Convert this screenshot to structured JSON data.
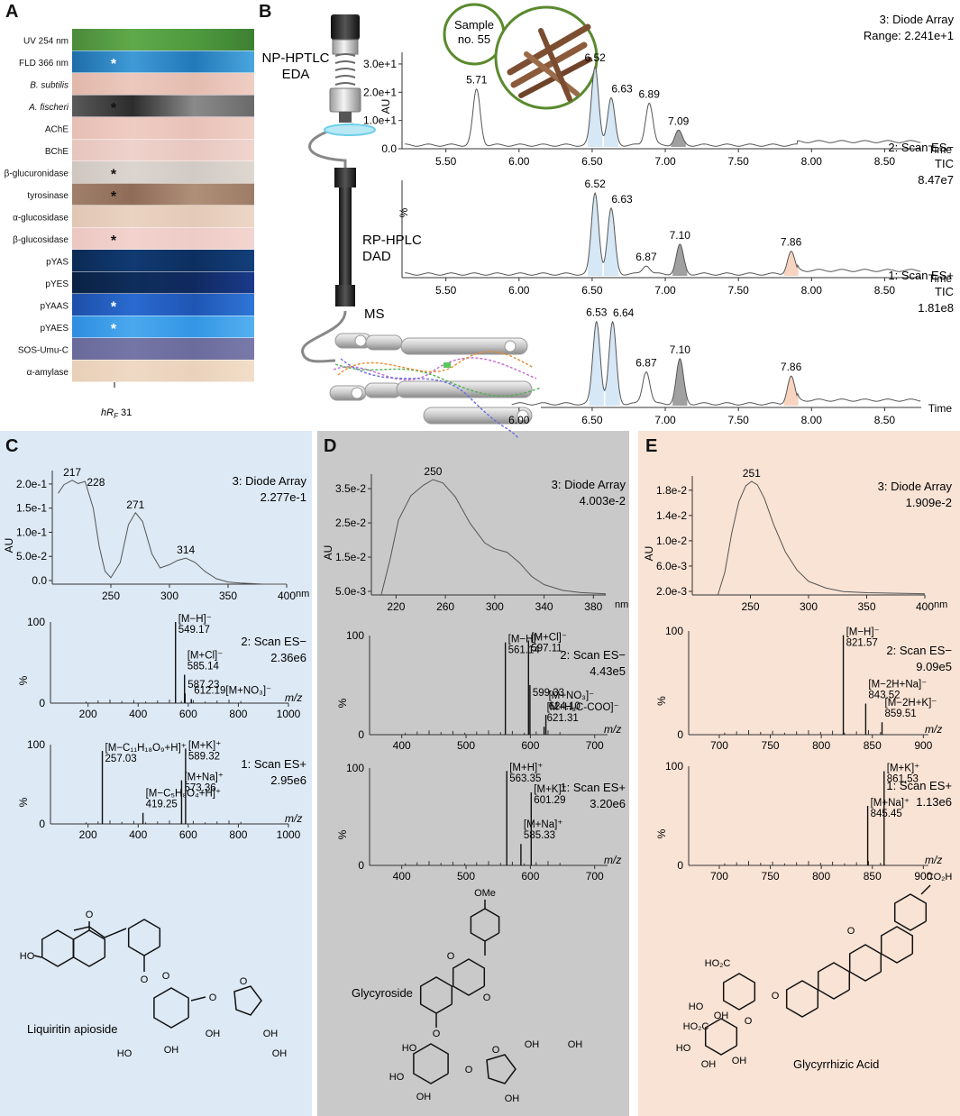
{
  "panel_letters": [
    "A",
    "B",
    "C",
    "D",
    "E"
  ],
  "colors": {
    "panel_c_bg": "#dde9f4",
    "panel_d_bg": "#c9c9c9",
    "panel_e_bg": "#f8e3d5",
    "blue_fill": "#cfe3f4",
    "gray_fill": "#8f8f8f",
    "peach_fill": "#f6cdb5",
    "trace": "#555555"
  },
  "panel_a": {
    "footer_prefix": "hR",
    "footer_sub": "F",
    "footer_value": "31",
    "rows": [
      {
        "label": "UV 254 nm",
        "italic": false,
        "colors": [
          "#4b8a3a",
          "#5faa4a",
          "#4f9a3e",
          "#3d8032"
        ],
        "mark": ""
      },
      {
        "label": "FLD 366 nm",
        "italic": false,
        "colors": [
          "#1d6da8",
          "#3f9ad6",
          "#2379b8",
          "#4aa6de"
        ],
        "mark": "*"
      },
      {
        "label": "B. subtilis",
        "italic": true,
        "colors": [
          "#e2b7ab",
          "#ecc9bd",
          "#e4bcb0",
          "#efcec4"
        ],
        "mark": ""
      },
      {
        "label": "A. fischeri",
        "italic": true,
        "colors": [
          "#5a5a5a",
          "#2c2c2c",
          "#8a8a8a",
          "#6a6a6a"
        ],
        "mark": "*"
      },
      {
        "label": "AChE",
        "italic": false,
        "colors": [
          "#e6beb4",
          "#efccc2",
          "#e8c2b8",
          "#f0d0c6"
        ],
        "mark": ""
      },
      {
        "label": "BChE",
        "italic": false,
        "colors": [
          "#e6c5bd",
          "#eed2cb",
          "#e8c8c0",
          "#efd5ce"
        ],
        "mark": ""
      },
      {
        "label": "β-glucuronidase",
        "italic": false,
        "colors": [
          "#cfc6c0",
          "#dcd5cf",
          "#d2cac4",
          "#ded7d0"
        ],
        "mark": "*"
      },
      {
        "label": "tyrosinase",
        "italic": false,
        "colors": [
          "#a07f6a",
          "#8e6c58",
          "#b08f78",
          "#9d7c66"
        ],
        "mark": "*"
      },
      {
        "label": "α-glucosidase",
        "italic": false,
        "colors": [
          "#e1c6b4",
          "#ead3c2",
          "#e4cab8",
          "#ecd6c6"
        ],
        "mark": ""
      },
      {
        "label": "β-glucosidase",
        "italic": false,
        "colors": [
          "#ecc7c2",
          "#f2d2cd",
          "#eecbc6",
          "#f3d5d0"
        ],
        "mark": "*"
      },
      {
        "label": "pYAS",
        "italic": false,
        "colors": [
          "#0b2a55",
          "#113a72",
          "#0d2f60",
          "#133f7a"
        ],
        "mark": ""
      },
      {
        "label": "pYES",
        "italic": false,
        "colors": [
          "#0a2144",
          "#0e2d5a",
          "#102a60",
          "#1a3a8a"
        ],
        "mark": ""
      },
      {
        "label": "pYAAS",
        "italic": false,
        "colors": [
          "#1d4fa8",
          "#2a6ad0",
          "#1f56b4",
          "#2f75d8"
        ],
        "mark": "*"
      },
      {
        "label": "pYAES",
        "italic": false,
        "colors": [
          "#2e8ee0",
          "#4aa8ee",
          "#3395e4",
          "#55b0f0"
        ],
        "mark": "*"
      },
      {
        "label": "SOS-Umu-C",
        "italic": false,
        "colors": [
          "#6a6a9a",
          "#7676a6",
          "#6c6c9c",
          "#7a7aaa"
        ],
        "mark": ""
      },
      {
        "label": "α-amylase",
        "italic": false,
        "colors": [
          "#e8cfb8",
          "#efd9c4",
          "#ead2bc",
          "#f2dec8"
        ],
        "mark": ""
      }
    ]
  },
  "panel_b": {
    "labels": {
      "np_hptlc": "NP-HPTLC",
      "eda": "EDA",
      "rp_hplc": "RP-HPLC",
      "dad": "DAD",
      "ms": "MS"
    },
    "sample_line1": "Sample",
    "sample_line2": "no. 55",
    "x_axis_label": "Time",
    "chromatograms": [
      {
        "title": "3: Diode Array",
        "info1": "Range: 2.241e+1",
        "info2": "",
        "ylabel": "AU",
        "yticks": [
          "3.0e+1",
          "2.0e+1",
          "1.0e+1",
          "0.0"
        ],
        "xticks": [
          "5.50",
          "6.00",
          "6.50",
          "7.00",
          "7.50",
          "8.00",
          "8.50"
        ],
        "peaks": [
          {
            "label": "5.71",
            "x": 5.71,
            "h": 0.62,
            "fill": ""
          },
          {
            "label": "6.52",
            "x": 6.52,
            "h": 0.88,
            "fill": "blue"
          },
          {
            "label": "6.63",
            "x": 6.63,
            "h": 0.52,
            "fill": "blue"
          },
          {
            "label": "6.89",
            "x": 6.89,
            "h": 0.48,
            "fill": ""
          },
          {
            "label": "7.09",
            "x": 7.09,
            "h": 0.16,
            "fill": "gray"
          }
        ]
      },
      {
        "title": "2: Scan ES−",
        "info1": "TIC",
        "info2": "8.47e7",
        "ylabel": "%",
        "yticks": [],
        "xticks": [
          "5.50",
          "6.00",
          "6.50",
          "7.00",
          "7.50",
          "8.00",
          "8.50"
        ],
        "peaks": [
          {
            "label": "6.52",
            "x": 6.52,
            "h": 0.9,
            "fill": "blue"
          },
          {
            "label": "6.63",
            "x": 6.63,
            "h": 0.72,
            "fill": "blue"
          },
          {
            "label": "6.87",
            "x": 6.87,
            "h": 0.1,
            "fill": ""
          },
          {
            "label": "7.10",
            "x": 7.1,
            "h": 0.32,
            "fill": "gray"
          },
          {
            "label": "7.86",
            "x": 7.86,
            "h": 0.25,
            "fill": "peach"
          }
        ]
      },
      {
        "title": "1: Scan ES+",
        "info1": "TIC",
        "info2": "1.81e8",
        "ylabel": "",
        "yticks": [],
        "xticks": [
          "6.00",
          "6.50",
          "7.00",
          "7.50",
          "8.00",
          "8.50"
        ],
        "peaks": [
          {
            "label": "6.53",
            "x": 6.53,
            "h": 0.9,
            "fill": "blue"
          },
          {
            "label": "6.64",
            "x": 6.64,
            "h": 0.88,
            "fill": "blue"
          },
          {
            "label": "6.87",
            "x": 6.87,
            "h": 0.36,
            "fill": ""
          },
          {
            "label": "7.10",
            "x": 7.1,
            "h": 0.48,
            "fill": "gray"
          },
          {
            "label": "7.86",
            "x": 7.86,
            "h": 0.3,
            "fill": "peach"
          }
        ]
      }
    ]
  },
  "panels_cde": [
    {
      "id": "c",
      "compound": "Liquiritin apioside",
      "uv": {
        "title": "3: Diode Array",
        "value": "2.277e-1",
        "ylabel": "AU",
        "xlabel": "nm",
        "xmin": 200,
        "xmax": 400,
        "xticks": [
          "250",
          "300",
          "350",
          "400"
        ],
        "yticks": [
          "0.0",
          "5.0e-2",
          "1.0e-1",
          "1.5e-1",
          "2.0e-1"
        ],
        "peaks": [
          {
            "label": "217",
            "x": 217
          },
          {
            "label": "228",
            "x": 228
          },
          {
            "label": "271",
            "x": 271
          },
          {
            "label": "314",
            "x": 314
          }
        ],
        "curve": [
          [
            205,
            0.84
          ],
          [
            210,
            0.92
          ],
          [
            217,
            0.96
          ],
          [
            222,
            0.93
          ],
          [
            228,
            0.95
          ],
          [
            235,
            0.7
          ],
          [
            240,
            0.35
          ],
          [
            245,
            0.12
          ],
          [
            250,
            0.06
          ],
          [
            258,
            0.2
          ],
          [
            265,
            0.55
          ],
          [
            271,
            0.66
          ],
          [
            277,
            0.58
          ],
          [
            285,
            0.28
          ],
          [
            292,
            0.15
          ],
          [
            300,
            0.18
          ],
          [
            307,
            0.22
          ],
          [
            314,
            0.24
          ],
          [
            322,
            0.2
          ],
          [
            330,
            0.12
          ],
          [
            340,
            0.05
          ],
          [
            350,
            0.02
          ],
          [
            360,
            0.01
          ],
          [
            380,
            0.0
          ],
          [
            400,
            0.0
          ]
        ]
      },
      "ms": [
        {
          "title": "2: Scan ES−",
          "value": "2.36e6",
          "ylabel": "%",
          "xlabel": "m/z",
          "xmin": 50,
          "xmax": 1000,
          "xticks": [
            "200",
            "400",
            "600",
            "800",
            "1000"
          ],
          "ytop": "100",
          "ybottom": "0",
          "peaks": [
            {
              "mz": 549.17,
              "rel": 1.0,
              "l1": "[M−H]⁻",
              "l2": "549.17"
            },
            {
              "mz": 585.14,
              "rel": 0.35,
              "l1": "[M+Cl]⁻",
              "l2": "585.14"
            },
            {
              "mz": 587.23,
              "rel": 0.12,
              "l1": "587.23",
              "l2": ""
            },
            {
              "mz": 612.19,
              "rel": 0.05,
              "l1": "612.19[M+NO₃]⁻",
              "l2": ""
            }
          ]
        },
        {
          "title": "1: Scan ES+",
          "value": "2.95e6",
          "ylabel": "%",
          "xlabel": "m/z",
          "xmin": 50,
          "xmax": 1000,
          "xticks": [
            "200",
            "400",
            "600",
            "800",
            "1000"
          ],
          "ytop": "100",
          "ybottom": "0",
          "peaks": [
            {
              "mz": 257.03,
              "rel": 0.92,
              "l1": "[M−C₁₁H₁₈O₉+H]⁺",
              "l2": "257.03"
            },
            {
              "mz": 419.25,
              "rel": 0.14,
              "l1": "[M−C₅H₈O₄+H]⁺",
              "l2": "419.25"
            },
            {
              "mz": 573.36,
              "rel": 0.55,
              "l1": "[M+Na]⁺",
              "l2": "573.36"
            },
            {
              "mz": 589.32,
              "rel": 0.95,
              "l1": "[M+K]⁺",
              "l2": "589.32"
            }
          ]
        }
      ]
    },
    {
      "id": "d",
      "compound": "Glycyroside",
      "uv": {
        "title": "3: Diode Array",
        "value": "4.003e-2",
        "ylabel": "AU",
        "xlabel": "nm",
        "xmin": 200,
        "xmax": 390,
        "xticks": [
          "220",
          "260",
          "300",
          "340",
          "380"
        ],
        "yticks": [
          "5.0e-3",
          "1.5e-2",
          "2.5e-2",
          "3.5e-2"
        ],
        "peaks": [
          {
            "label": "250",
            "x": 250
          }
        ],
        "curve": [
          [
            208,
            0.0
          ],
          [
            215,
            0.3
          ],
          [
            222,
            0.65
          ],
          [
            232,
            0.86
          ],
          [
            242,
            0.95
          ],
          [
            250,
            1.0
          ],
          [
            258,
            0.97
          ],
          [
            268,
            0.85
          ],
          [
            280,
            0.62
          ],
          [
            292,
            0.45
          ],
          [
            300,
            0.4
          ],
          [
            310,
            0.37
          ],
          [
            320,
            0.28
          ],
          [
            330,
            0.16
          ],
          [
            340,
            0.09
          ],
          [
            355,
            0.04
          ],
          [
            370,
            0.02
          ],
          [
            390,
            0.01
          ]
        ]
      },
      "ms": [
        {
          "title": "2: Scan ES−",
          "value": "4.43e5",
          "ylabel": "%",
          "xlabel": "m/z",
          "xmin": 350,
          "xmax": 720,
          "xticks": [
            "400",
            "500",
            "600",
            "700"
          ],
          "ytop": "100",
          "ybottom": "0",
          "peaks": [
            {
              "mz": 561.14,
              "rel": 0.93,
              "l1": "[M−H]⁻",
              "l2": "561.14"
            },
            {
              "mz": 597.11,
              "rel": 0.95,
              "l1": "[M+Cl]⁻",
              "l2": "597.11"
            },
            {
              "mz": 599.33,
              "rel": 0.5,
              "l1": "599.33",
              "l2": ""
            },
            {
              "mz": 624.1,
              "rel": 0.2,
              "l1": "[M+NO₃]⁻",
              "l2": "624.10"
            },
            {
              "mz": 621.31,
              "rel": 0.08,
              "l1": "[M+H₃C-COO]⁻",
              "l2": "621.31"
            }
          ]
        },
        {
          "title": "1: Scan ES+",
          "value": "3.20e6",
          "ylabel": "%",
          "xlabel": "m/z",
          "xmin": 350,
          "xmax": 720,
          "xticks": [
            "400",
            "500",
            "600",
            "700"
          ],
          "ytop": "100",
          "ybottom": "0",
          "peaks": [
            {
              "mz": 563.35,
              "rel": 0.97,
              "l1": "[M+H]⁺",
              "l2": "563.35"
            },
            {
              "mz": 585.33,
              "rel": 0.22,
              "l1": "[M+Na]⁺",
              "l2": "585.33"
            },
            {
              "mz": 601.29,
              "rel": 0.75,
              "l1": "[M+K]⁺",
              "l2": "601.29"
            }
          ]
        }
      ]
    },
    {
      "id": "e",
      "compound": "Glycyrrhizic Acid",
      "uv": {
        "title": "3: Diode Array",
        "value": "1.909e-2",
        "ylabel": "AU",
        "xlabel": "nm",
        "xmin": 200,
        "xmax": 400,
        "xticks": [
          "250",
          "300",
          "350",
          "400"
        ],
        "yticks": [
          "2.0e-3",
          "6.0e-3",
          "1.0e-2",
          "1.4e-2",
          "1.8e-2"
        ],
        "peaks": [
          {
            "label": "251",
            "x": 251
          }
        ],
        "curve": [
          [
            222,
            0.0
          ],
          [
            228,
            0.2
          ],
          [
            234,
            0.55
          ],
          [
            240,
            0.82
          ],
          [
            246,
            0.96
          ],
          [
            251,
            1.0
          ],
          [
            256,
            0.97
          ],
          [
            262,
            0.85
          ],
          [
            270,
            0.62
          ],
          [
            280,
            0.38
          ],
          [
            290,
            0.22
          ],
          [
            300,
            0.12
          ],
          [
            315,
            0.06
          ],
          [
            330,
            0.03
          ],
          [
            350,
            0.02
          ],
          [
            400,
            0.01
          ]
        ]
      },
      "ms": [
        {
          "title": "2: Scan ES−",
          "value": "9.09e5",
          "ylabel": "%",
          "xlabel": "m/z",
          "xmin": 670,
          "xmax": 905,
          "xticks": [
            "700",
            "750",
            "800",
            "850",
            "900"
          ],
          "ytop": "100",
          "ybottom": "0",
          "peaks": [
            {
              "mz": 821.57,
              "rel": 0.96,
              "l1": "[M−H]⁻",
              "l2": "821.57"
            },
            {
              "mz": 843.52,
              "rel": 0.3,
              "l1": "[M−2H+Na]⁻",
              "l2": "843.52"
            },
            {
              "mz": 859.51,
              "rel": 0.12,
              "l1": "[M−2H+K]⁻",
              "l2": "859.51"
            }
          ]
        },
        {
          "title": "1: Scan ES+",
          "value": "1.13e6",
          "ylabel": "%",
          "xlabel": "m/z",
          "xmin": 670,
          "xmax": 905,
          "xticks": [
            "700",
            "750",
            "800",
            "850",
            "900"
          ],
          "ytop": "100",
          "ybottom": "0",
          "peaks": [
            {
              "mz": 845.45,
              "rel": 0.6,
              "l1": "[M+Na]⁺",
              "l2": "845.45"
            },
            {
              "mz": 861.53,
              "rel": 0.95,
              "l1": "[M+K]⁺",
              "l2": "861.53"
            }
          ]
        }
      ]
    }
  ],
  "molecule_labels": {
    "ho": "HO",
    "oh": "OH",
    "o": "O",
    "ome": "OMe",
    "co2h": "CO₂H",
    "ho2c": "HO₂C"
  }
}
